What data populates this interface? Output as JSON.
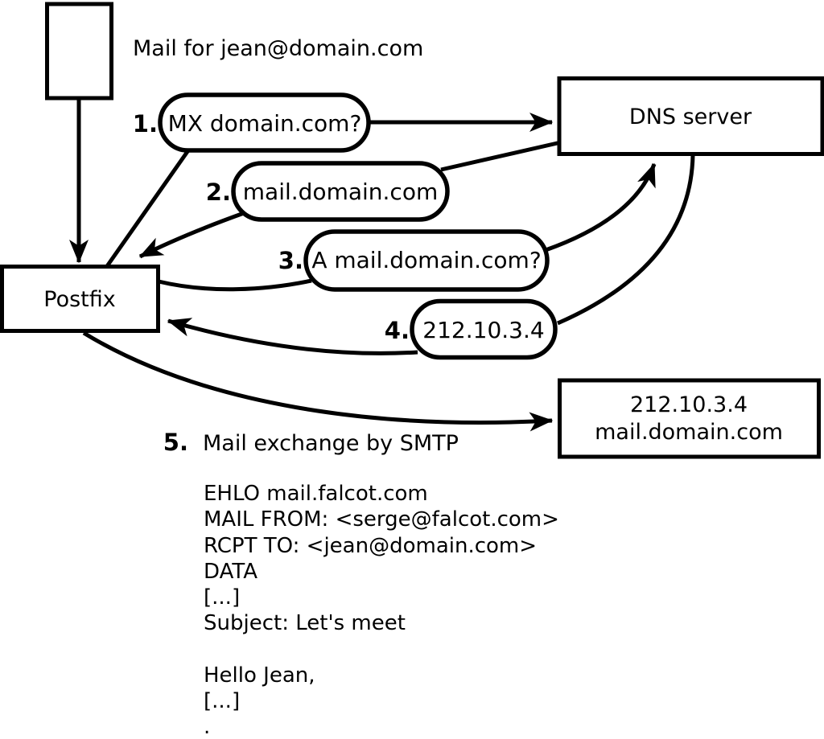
{
  "diagram": {
    "note": "Mail for jean@domain.com",
    "nodes": {
      "postfix": "Postfix",
      "dns": "DNS server",
      "mailserver_ip": "212.10.3.4",
      "mailserver_host": "mail.domain.com"
    },
    "steps": [
      {
        "num": "1.",
        "label": "MX domain.com?"
      },
      {
        "num": "2.",
        "label": "mail.domain.com"
      },
      {
        "num": "3.",
        "label": "A mail.domain.com?"
      },
      {
        "num": "4.",
        "label": "212.10.3.4"
      },
      {
        "num": "5.",
        "label": "Mail exchange by SMTP"
      }
    ],
    "smtp_session": [
      "EHLO mail.falcot.com",
      "MAIL FROM: <serge@falcot.com>",
      "RCPT TO: <jean@domain.com>",
      "DATA",
      "[...]",
      "Subject: Let's meet",
      "",
      "Hello Jean,",
      "[...]",
      "."
    ],
    "colors": {
      "line": "#000000",
      "fill": "#ffffff",
      "background": "#ffffff"
    }
  }
}
